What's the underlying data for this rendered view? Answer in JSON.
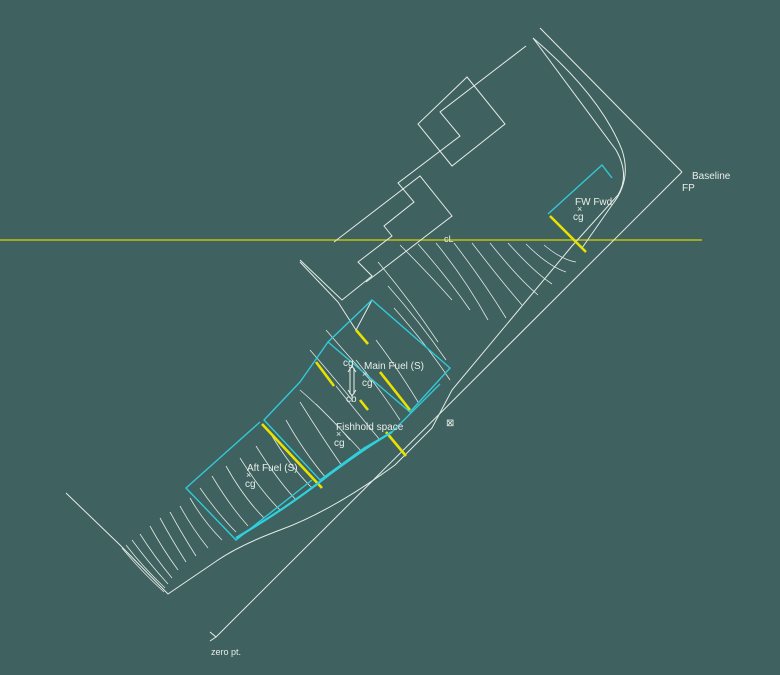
{
  "labels": {
    "baseline": "Baseline",
    "fp": "FP",
    "fw_fwd": "FW Fwd",
    "fw_cg": "cg",
    "main_fuel": "Main Fuel (S)",
    "main_cg": "cg",
    "cg_top": "cg",
    "cb": "cb",
    "fishhold": "Fishhold space",
    "fishhold_cg": "cg",
    "aft_fuel": "Aft Fuel (S)",
    "aft_cg": "cg",
    "zero_pt": "zero pt.",
    "cl_mark": "cL"
  },
  "colors": {
    "background": "#3f6160",
    "waterline": "#e7e200",
    "tank": "#33c9d6",
    "hull": "#e4ece6"
  }
}
